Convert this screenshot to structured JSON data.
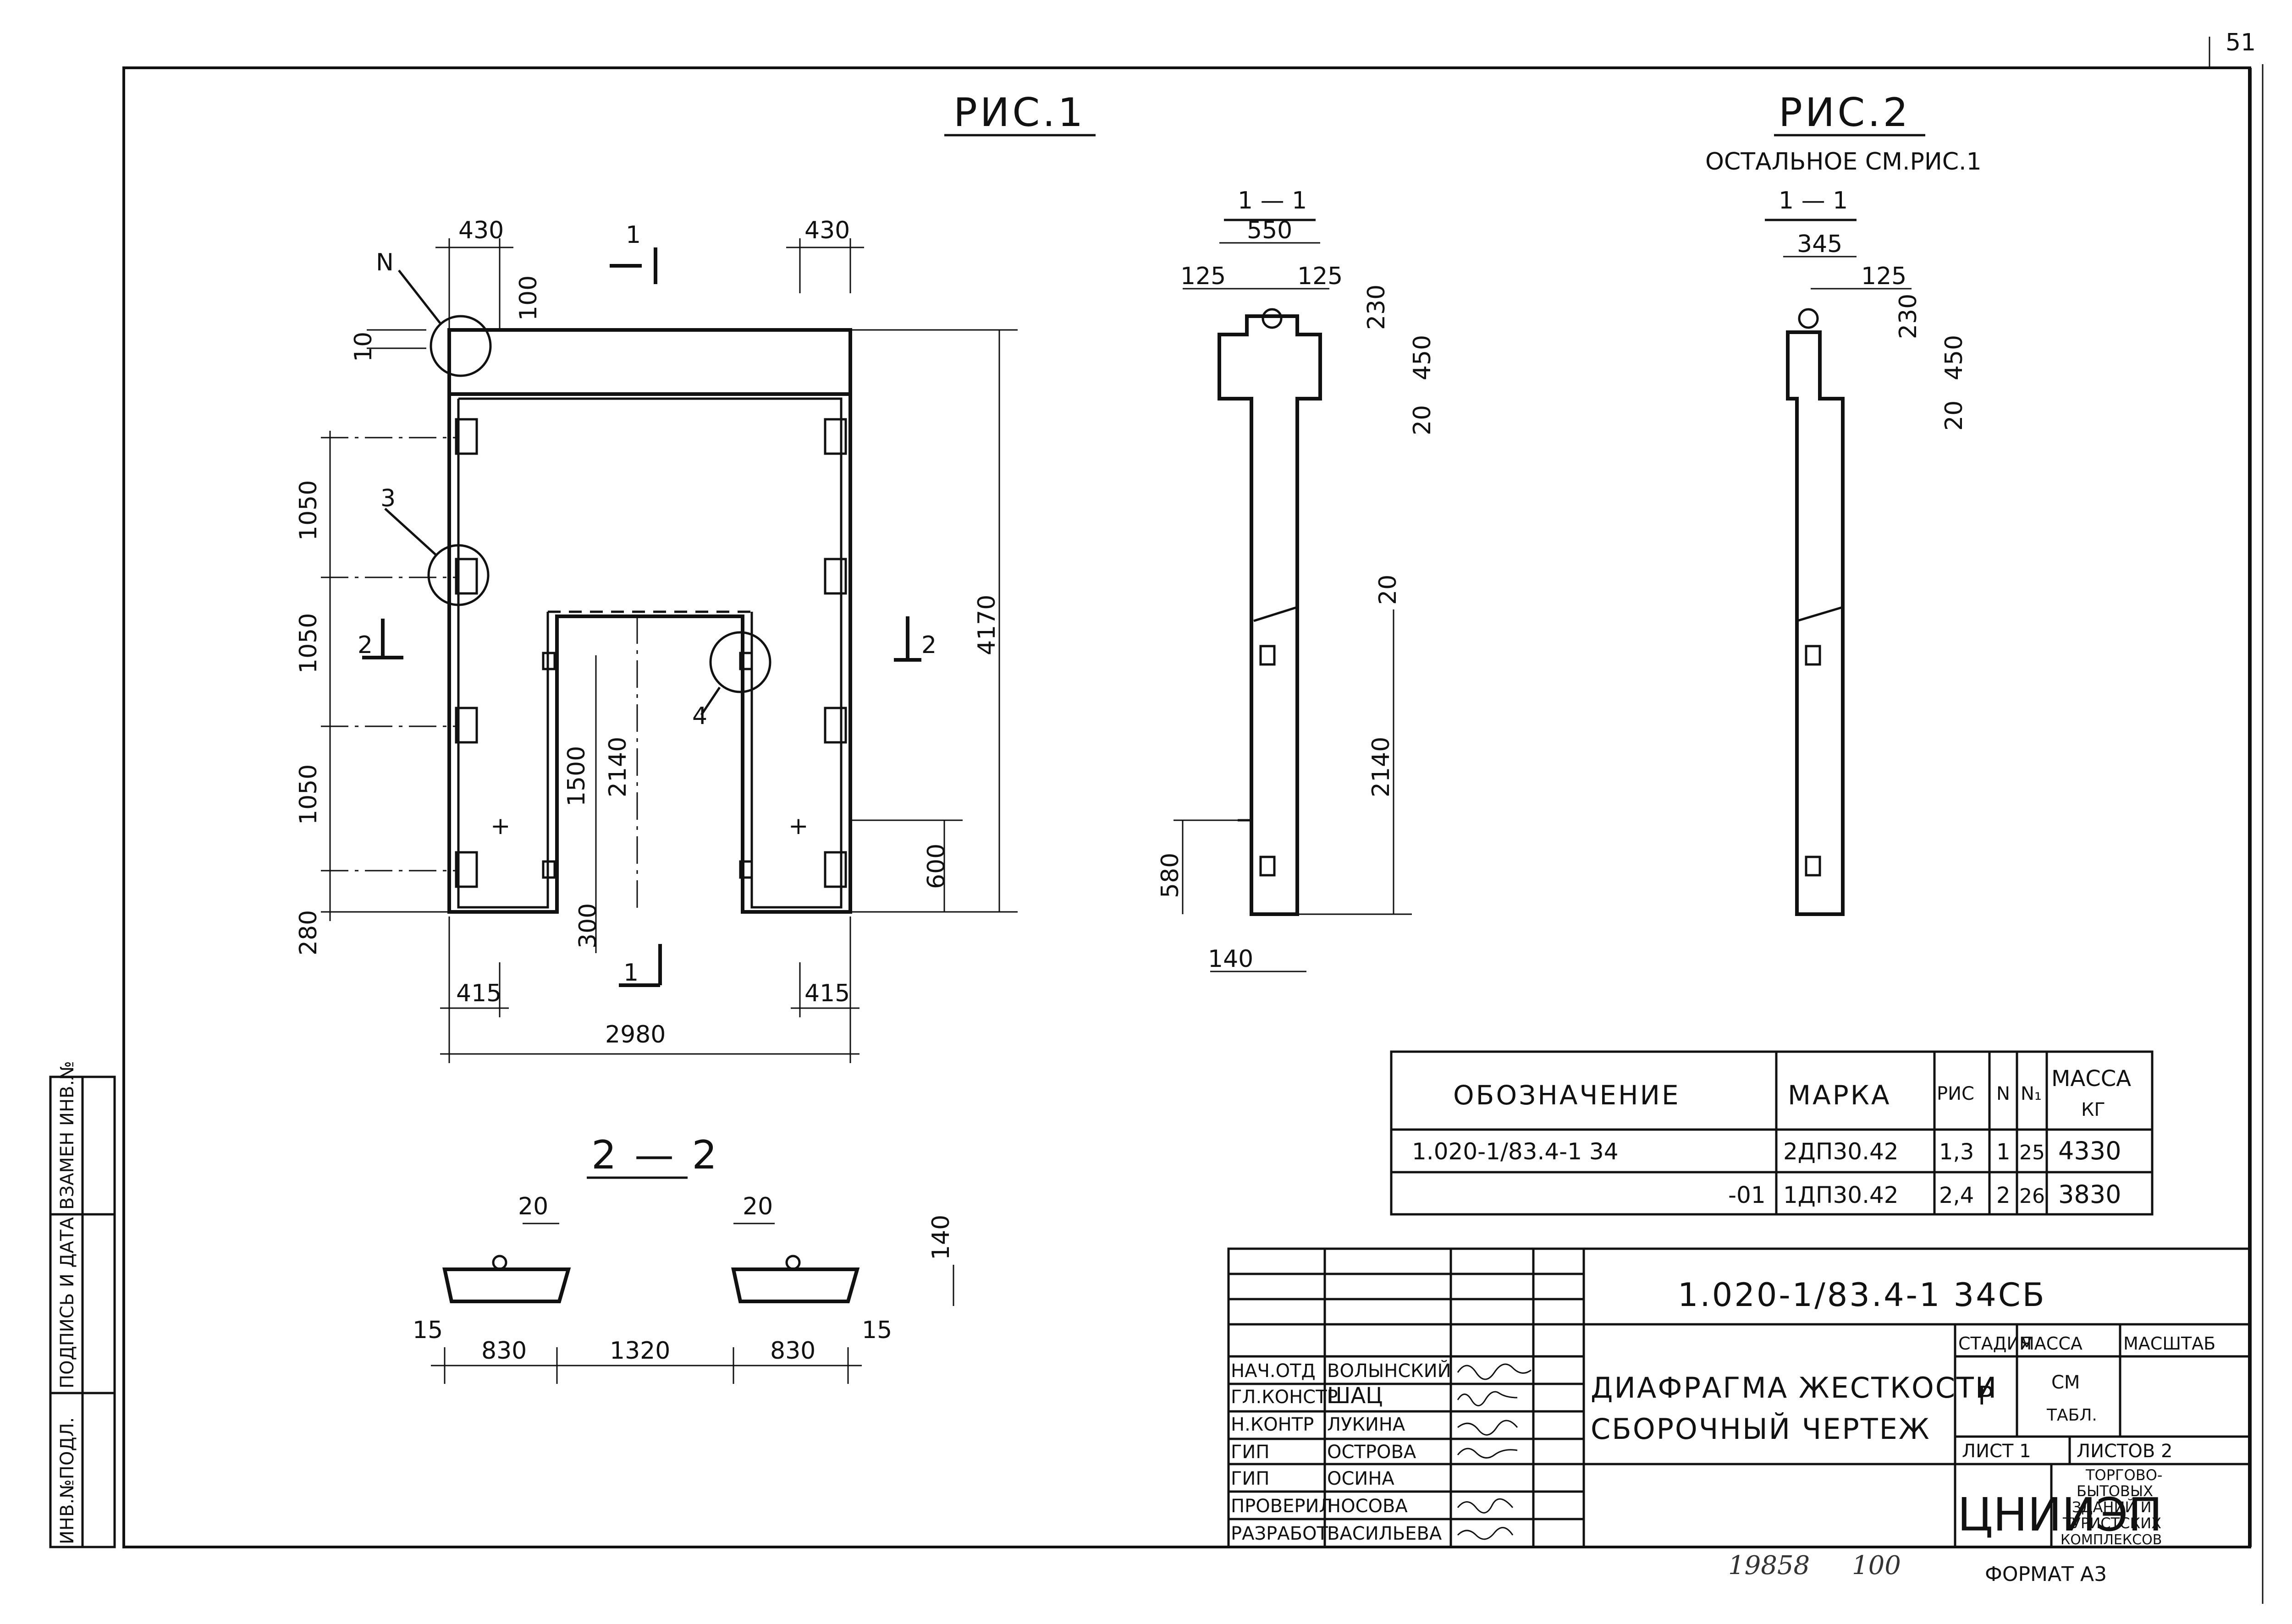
{
  "sheet": {
    "page_number": "51",
    "format_label": "ФОРМАТ А3",
    "inventory_number": "19858",
    "copy_count": "100"
  },
  "side_stamp": {
    "inv_orig": "ИНВ.№ПОДЛ.",
    "sign_date": "ПОДПИСЬ И ДАТА",
    "replace_inv": "ВЗАМЕН ИНВ.№"
  },
  "fig1": {
    "title": "РИС.1",
    "dims": {
      "top_left": "430",
      "top_right": "430",
      "step_100": "100",
      "step_10": "10",
      "v_1050_a": "1050",
      "v_1050_b": "1050",
      "v_1050_c": "1050",
      "bottom_280": "280",
      "inner_1500": "1500",
      "inner_2140": "2140",
      "inner_300": "300",
      "right_600": "600",
      "height_4170": "4170",
      "bottom_415_l": "415",
      "bottom_415_r": "415",
      "width_2980": "2980"
    },
    "callouts": {
      "n": "N",
      "three": "3",
      "four": "4"
    },
    "sections": {
      "top_cut": "1",
      "bottom_cut": "1",
      "left_cut": "2",
      "right_cut": "2"
    },
    "plus": "+"
  },
  "sec11_a": {
    "title": "1 — 1",
    "dims": {
      "w550": "550",
      "w125_l": "125",
      "w125_r": "125",
      "h230": "230",
      "h450": "450",
      "h20_top": "20",
      "h20_mid": "20",
      "h2140": "2140",
      "h580": "580",
      "w140": "140"
    }
  },
  "fig2": {
    "title": "РИС.2",
    "note": "ОСТАЛЬНОЕ СМ.РИС.1",
    "section_title": "1 — 1",
    "dims": {
      "w345": "345",
      "w125": "125",
      "h230": "230",
      "h450": "450",
      "h20": "20"
    }
  },
  "sec22": {
    "title": "2 — 2",
    "dims": {
      "d20_l": "20",
      "d20_r": "20",
      "h140": "140",
      "s15_l": "15",
      "s15_r": "15",
      "w830_l": "830",
      "w1320": "1320",
      "w830_r": "830"
    }
  },
  "spec_table": {
    "headers": {
      "designation": "ОБОЗНАЧЕНИЕ",
      "mark": "МАРКА",
      "fig": "РИС",
      "n": "N",
      "n1": "N₁",
      "mass": "МАССА",
      "mass_unit": "КГ"
    },
    "rows": [
      {
        "designation": "1.020-1/83.4-1 34",
        "mark": "2ДП30.42",
        "fig": "1,3",
        "n": "1",
        "n1": "25",
        "mass": "4330"
      },
      {
        "designation": "-01",
        "mark": "1ДП30.42",
        "fig": "2,4",
        "n": "2",
        "n1": "26",
        "mass": "3830"
      }
    ]
  },
  "title_block": {
    "code": "1.020-1/83.4-1 34СБ",
    "name_line1": "ДИАФРАГМА ЖЕСТКОСТИ",
    "name_line2": "СБОРОЧНЫЙ ЧЕРТЕЖ",
    "stage_label": "СТАДИЯ",
    "mass_label": "МАССА",
    "scale_label": "МАСШТАБ",
    "stage_value": "Р",
    "mass_value_1": "СМ",
    "mass_value_2": "ТАБЛ.",
    "sheet_label": "ЛИСТ 1",
    "sheets_label": "ЛИСТОВ 2",
    "org_logo": "ЦНИИЭП",
    "org_line1": "ТОРГОВО-",
    "org_line2": "БЫТОВЫХ",
    "org_line3": "ЗДАНИЙ И",
    "org_line4": "ТУРИСТСКИХ",
    "org_line5": "КОМПЛЕКСОВ",
    "staff": [
      {
        "role": "НАЧ.ОТД",
        "name": "ВОЛЫНСКИЙ"
      },
      {
        "role": "ГЛ.КОНСТР",
        "name": "ШАЦ"
      },
      {
        "role": "Н.КОНТР",
        "name": "ЛУКИНА"
      },
      {
        "role": "ГИП",
        "name": "ОСТРОВА"
      },
      {
        "role": "ГИП",
        "name": "ОСИНА"
      },
      {
        "role": "ПРОВЕРИЛ",
        "name": "НОСОВА"
      },
      {
        "role": "РАЗРАБОТ",
        "name": "ВАСИЛЬЕВА"
      }
    ]
  }
}
